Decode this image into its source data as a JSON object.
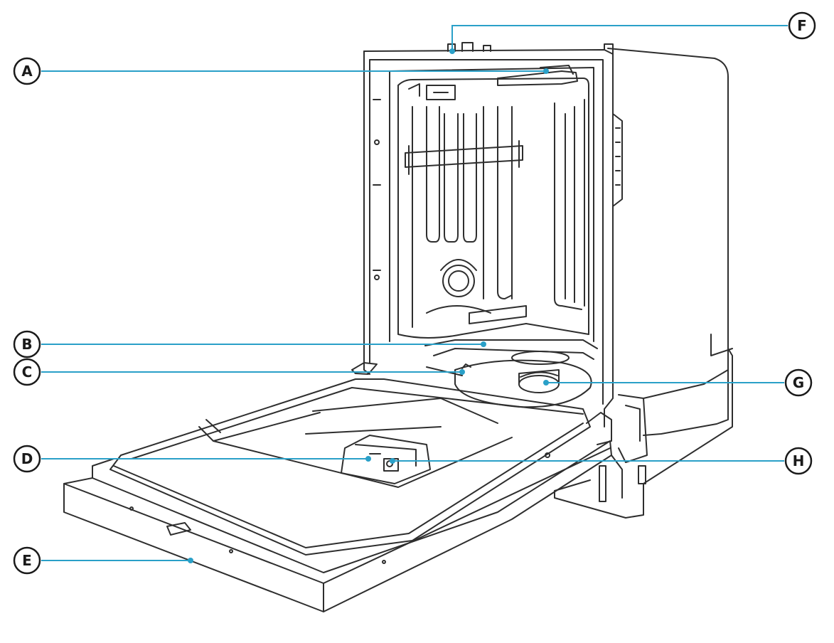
{
  "diagram": {
    "subject": "dishwasher-open-door",
    "line_color": "#2e2e2e",
    "leader_color": "#2aa0c8",
    "callouts": [
      {
        "id": "A",
        "label": "A"
      },
      {
        "id": "B",
        "label": "B"
      },
      {
        "id": "C",
        "label": "C"
      },
      {
        "id": "D",
        "label": "D"
      },
      {
        "id": "E",
        "label": "E"
      },
      {
        "id": "F",
        "label": "F"
      },
      {
        "id": "G",
        "label": "G"
      },
      {
        "id": "H",
        "label": "H"
      }
    ]
  }
}
